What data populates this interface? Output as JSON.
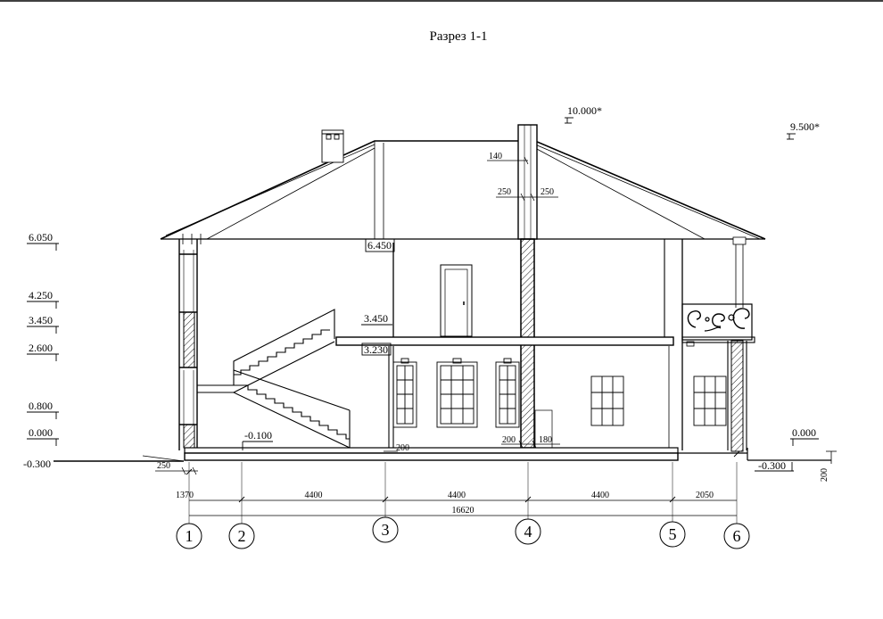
{
  "title": "Разрез 1-1",
  "left_levels": [
    "6.050",
    "4.250",
    "3.450",
    "2.600",
    "0.800",
    "0.000",
    "-0.300"
  ],
  "roof_marks": {
    "ridge": "10.000*",
    "right": "9.500*"
  },
  "inner_marks": {
    "top_floor": "6.450",
    "slab_top": "3.450",
    "slab_bottom": "3.230",
    "stair_base": "-0.100"
  },
  "right_marks": {
    "floor": "0.000",
    "ground": "-0.300",
    "plinth": "200"
  },
  "chimney_dims": {
    "width": "140",
    "left": "250",
    "right": "250"
  },
  "small_dims": {
    "base_left": "250",
    "wall_200a": "200",
    "wall_200b": "200",
    "wall_180": "180"
  },
  "span_dims": [
    "1370",
    "4400",
    "4400",
    "4400",
    "2050"
  ],
  "total_dim": "16620",
  "axes": [
    "1",
    "2",
    "3",
    "4",
    "5",
    "6"
  ],
  "line_color": "#000000"
}
